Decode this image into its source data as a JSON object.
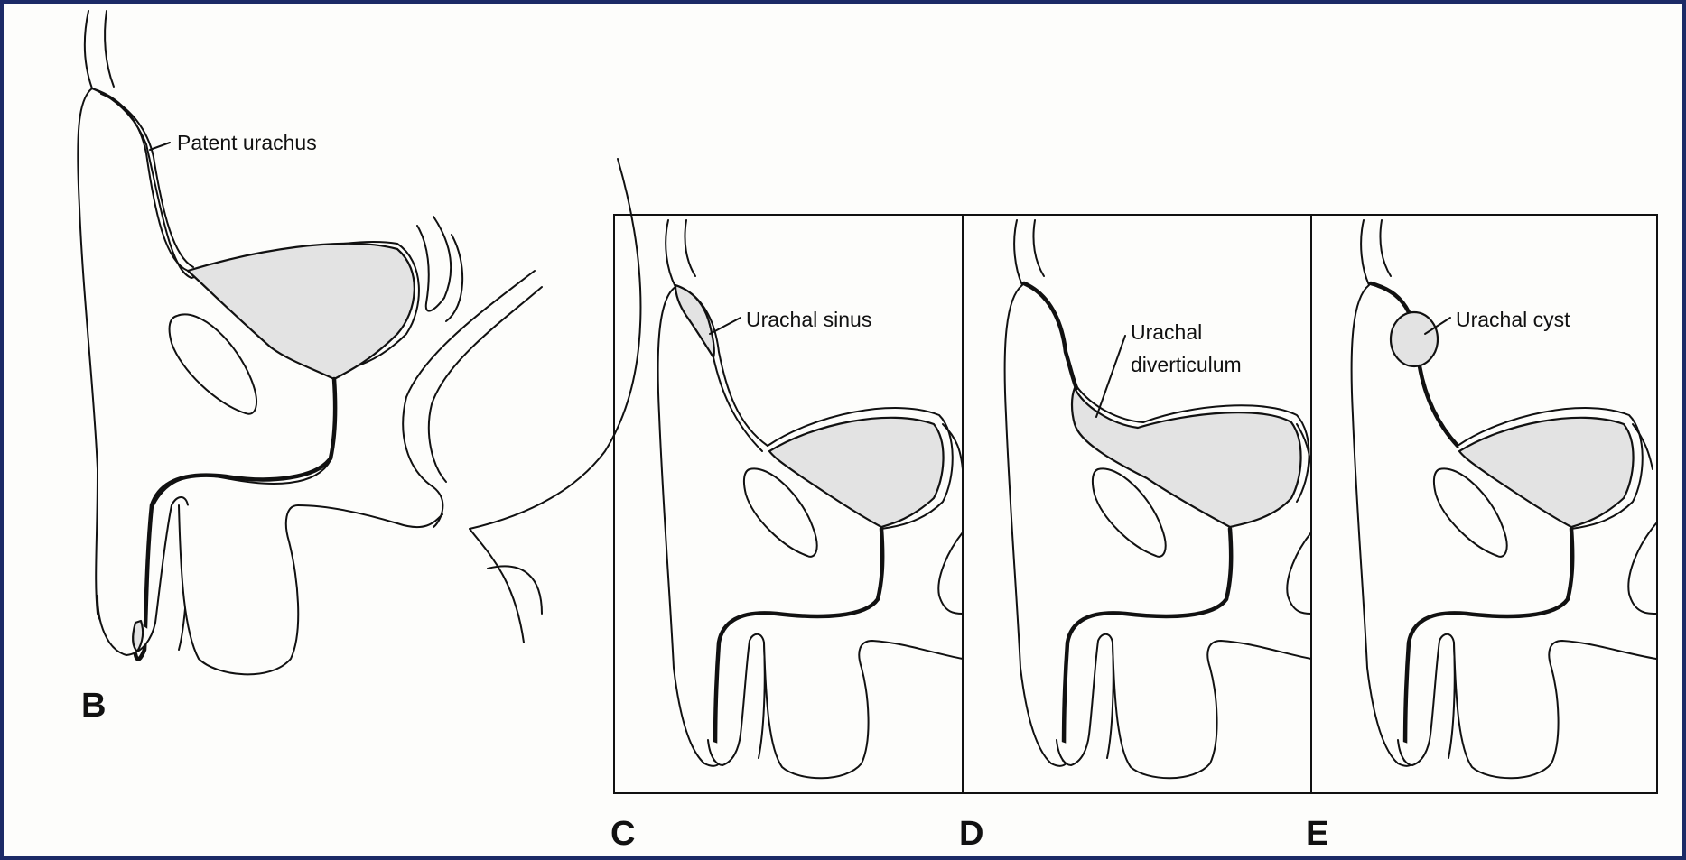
{
  "figure": {
    "panel_b": {
      "letter": "B",
      "label": "Patent urachus"
    },
    "panel_c": {
      "letter": "C",
      "label": "Urachal sinus"
    },
    "panel_d": {
      "letter": "D",
      "label_line1": "Urachal",
      "label_line2": "diverticulum"
    },
    "panel_e": {
      "letter": "E",
      "label": "Urachal cyst"
    }
  },
  "colors": {
    "frame_border": "#1c2a66",
    "background": "#fdfdfb",
    "shading": "#e3e3e3",
    "ink": "#111111"
  }
}
